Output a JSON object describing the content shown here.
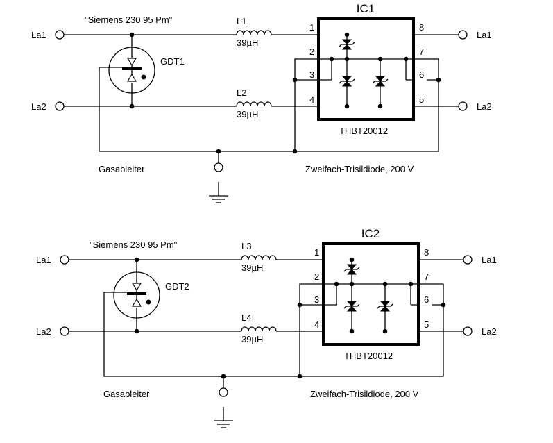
{
  "circuits": [
    {
      "gdt_note": "\"Siemens 230 95 Pm\"",
      "gdt_name": "GDT1",
      "ind_top_name": "L1",
      "ind_top_value": "39µH",
      "ind_bot_name": "L2",
      "ind_bot_value": "39µH",
      "ic_name": "IC1",
      "ic_part": "THBT20012",
      "left_top_terminal": "La1",
      "left_bot_terminal": "La2",
      "right_top_terminal": "La1",
      "right_bot_terminal": "La2",
      "pins": [
        "1",
        "2",
        "3",
        "4",
        "5",
        "6",
        "7",
        "8"
      ],
      "gas_label": "Gasableiter",
      "trisil_label": "Zweifach-Trisildiode, 200 V"
    },
    {
      "gdt_note": "\"Siemens 230 95 Pm\"",
      "gdt_name": "GDT2",
      "ind_top_name": "L3",
      "ind_top_value": "39µH",
      "ind_bot_name": "L4",
      "ind_bot_value": "39µH",
      "ic_name": "IC2",
      "ic_part": "THBT20012",
      "left_top_terminal": "La1",
      "left_bot_terminal": "La2",
      "right_top_terminal": "La1",
      "right_bot_terminal": "La2",
      "pins": [
        "1",
        "2",
        "3",
        "4",
        "5",
        "6",
        "7",
        "8"
      ],
      "gas_label": "Gasableiter",
      "trisil_label": "Zweifach-Trisildiode, 200 V"
    }
  ]
}
